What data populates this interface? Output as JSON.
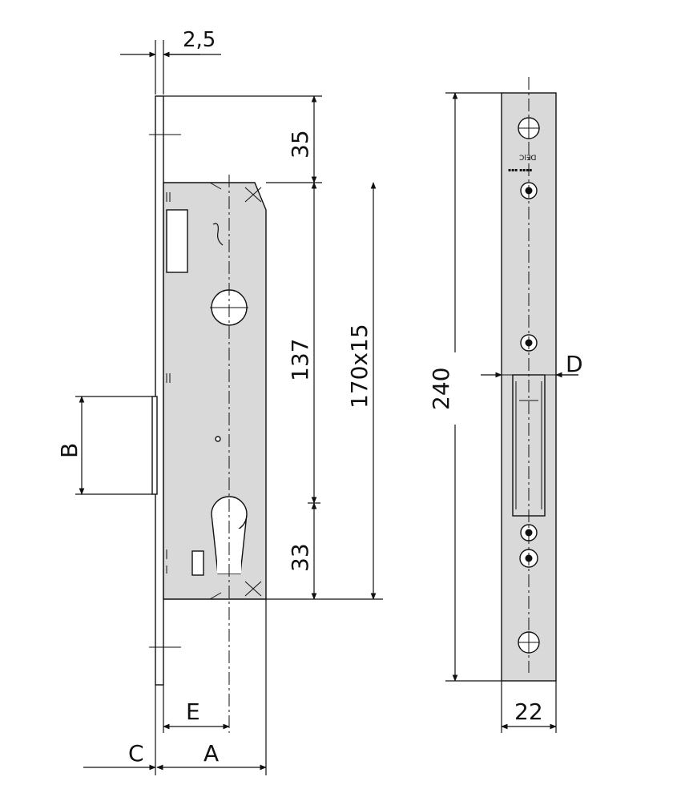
{
  "colors": {
    "line": "#111111",
    "plate_fill": "#d9d9d9",
    "background": "#ffffff"
  },
  "dimensions": {
    "top_offset": "2,5",
    "top_section": "35",
    "middle_section": "137",
    "bottom_section": "33",
    "fixing_spacing": "170x15",
    "backset_b": "B",
    "faceplate_length": "240",
    "faceplate_depth_d": "D",
    "faceplate_width": "22",
    "label_e": "E",
    "label_a": "A",
    "label_c": "C"
  },
  "faceplate_marking": {
    "line1": "Ɔl∃ᗡ",
    "line2": "▪▪▪ ▪▪▪▪"
  }
}
